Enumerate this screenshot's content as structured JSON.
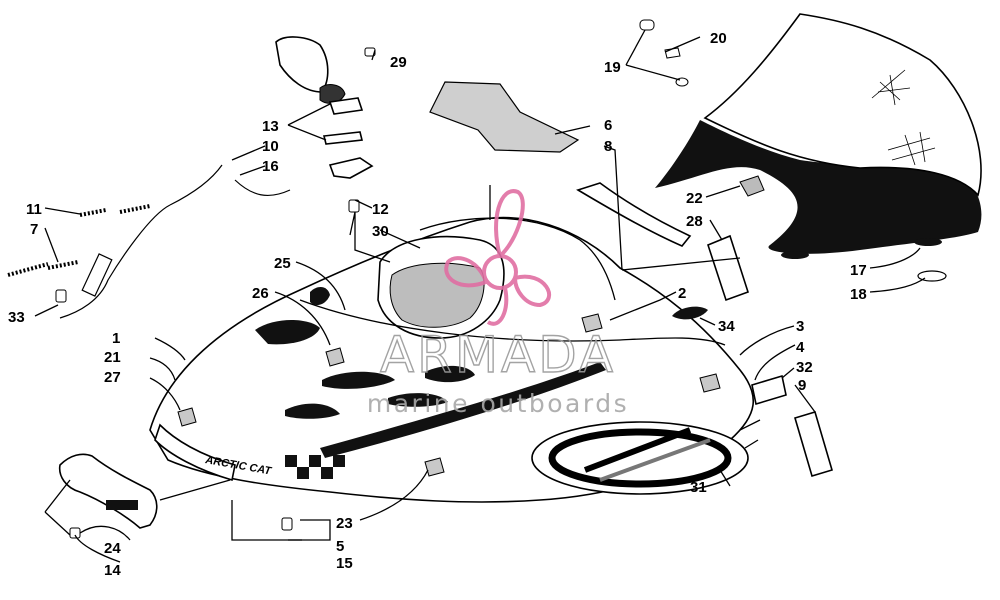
{
  "watermark": {
    "title": "ARMADA",
    "subtitle": "marine outboards",
    "accent": "#e06fa3"
  },
  "hood_brand_text": "ARCTIC CAT",
  "callouts": [
    {
      "id": "c1",
      "label": "1"
    },
    {
      "id": "c2",
      "label": "2"
    },
    {
      "id": "c3",
      "label": "3"
    },
    {
      "id": "c4",
      "label": "4"
    },
    {
      "id": "c5",
      "label": "5"
    },
    {
      "id": "c6",
      "label": "6"
    },
    {
      "id": "c7",
      "label": "7"
    },
    {
      "id": "c8",
      "label": "8"
    },
    {
      "id": "c9",
      "label": "9"
    },
    {
      "id": "c10",
      "label": "10"
    },
    {
      "id": "c11",
      "label": "11"
    },
    {
      "id": "c12",
      "label": "12"
    },
    {
      "id": "c13",
      "label": "13"
    },
    {
      "id": "c14",
      "label": "14"
    },
    {
      "id": "c15",
      "label": "15"
    },
    {
      "id": "c16",
      "label": "16"
    },
    {
      "id": "c17",
      "label": "17"
    },
    {
      "id": "c18",
      "label": "18"
    },
    {
      "id": "c19",
      "label": "19"
    },
    {
      "id": "c20",
      "label": "20"
    },
    {
      "id": "c21",
      "label": "21"
    },
    {
      "id": "c22",
      "label": "22"
    },
    {
      "id": "c23",
      "label": "23"
    },
    {
      "id": "c24",
      "label": "24"
    },
    {
      "id": "c25",
      "label": "25"
    },
    {
      "id": "c26",
      "label": "26"
    },
    {
      "id": "c27",
      "label": "27"
    },
    {
      "id": "c28",
      "label": "28"
    },
    {
      "id": "c29",
      "label": "29"
    },
    {
      "id": "c30",
      "label": "30"
    },
    {
      "id": "c31",
      "label": "31"
    },
    {
      "id": "c32",
      "label": "32"
    },
    {
      "id": "c33",
      "label": "33"
    },
    {
      "id": "c34",
      "label": "34"
    }
  ]
}
